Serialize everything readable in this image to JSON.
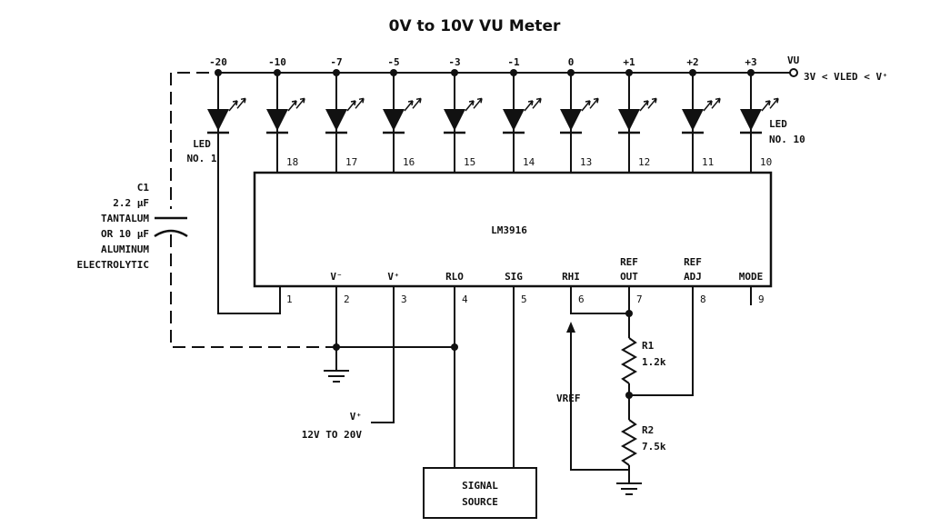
{
  "title": "0V to 10V VU Meter",
  "ic": {
    "part": "LM3916"
  },
  "led_scale": [
    "-20",
    "-10",
    "-7",
    "-5",
    "-3",
    "-1",
    "0",
    "+1",
    "+2",
    "+3"
  ],
  "led_pins": [
    "1",
    "18",
    "17",
    "16",
    "15",
    "14",
    "13",
    "12",
    "11",
    "10"
  ],
  "led_labels": {
    "first_line1": "LED",
    "first_line2": "NO. 1",
    "last_line1": "LED",
    "last_line2": "NO. 10"
  },
  "vu_label": "VU",
  "vu_range_label": "3V < VLED < V⁺",
  "bottom_pins": [
    {
      "label": "V⁻",
      "number": "2"
    },
    {
      "label": "V⁺",
      "number": "3"
    },
    {
      "label": "RLO",
      "number": "4"
    },
    {
      "label": "SIG",
      "number": "5"
    },
    {
      "label": "RHI",
      "number": "6"
    },
    {
      "label": "REF OUT",
      "number": "7"
    },
    {
      "label": "REF ADJ",
      "number": "8"
    },
    {
      "label": "MODE",
      "number": "9"
    }
  ],
  "capacitor": {
    "line1": "C1",
    "line2": "2.2 µF",
    "line3": "TANTALUM",
    "line4": "OR 10 µF",
    "line5": "ALUMINUM",
    "line6": "ELECTROLYTIC"
  },
  "resistors": [
    {
      "name": "R1",
      "value": "1.2k"
    },
    {
      "name": "R2",
      "value": "7.5k"
    }
  ],
  "supply": {
    "line1": "V⁺",
    "line2": "12V TO 20V"
  },
  "vref_label": "VREF",
  "signal_source": {
    "line1": "SIGNAL",
    "line2": "SOURCE"
  }
}
